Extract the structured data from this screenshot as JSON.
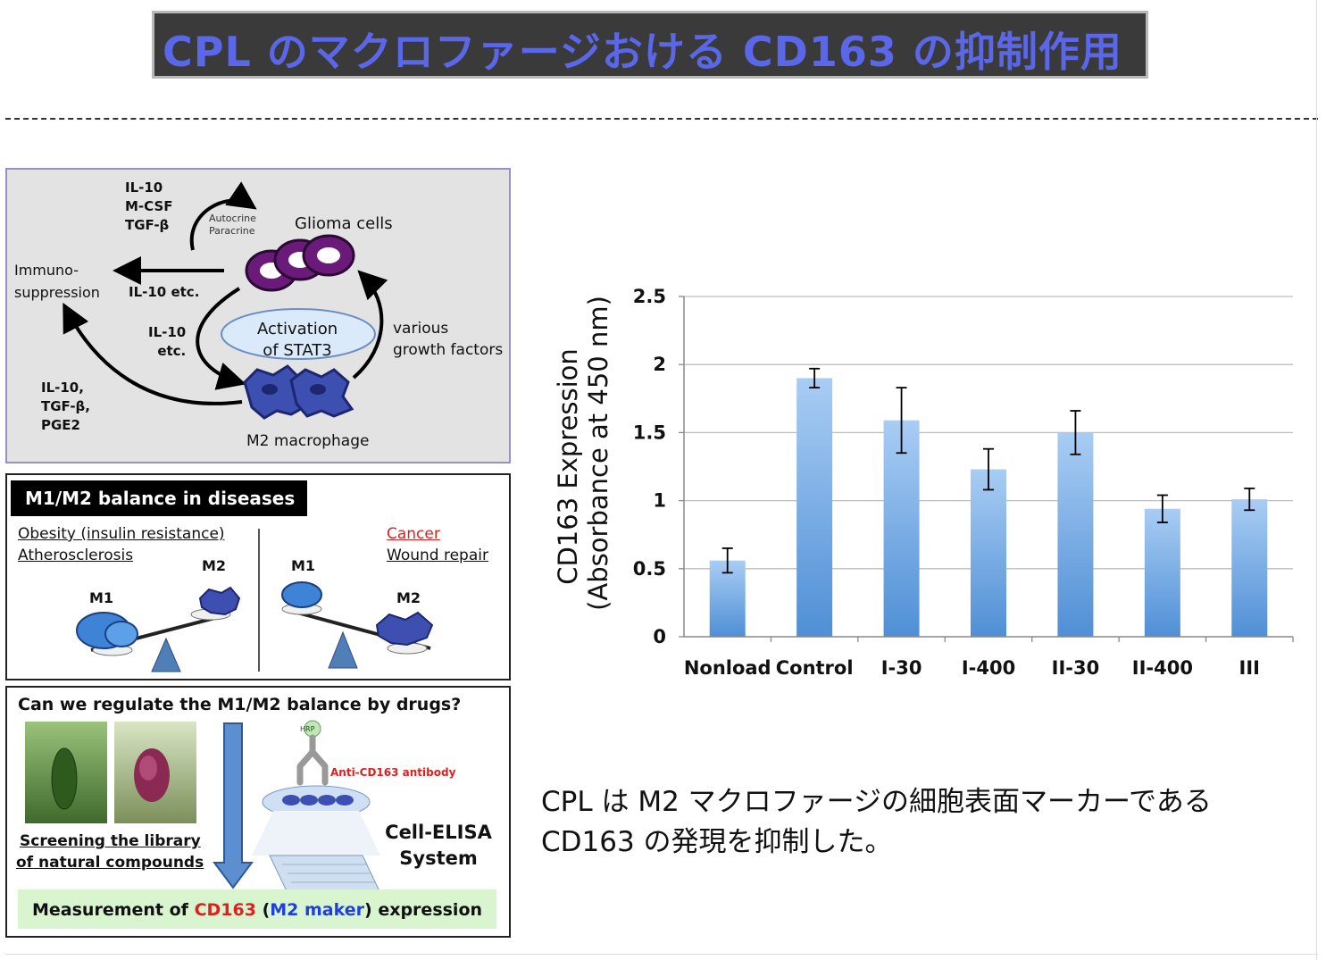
{
  "title": "CPL のマクロファージおける CD163 の抑制作用",
  "glioma": {
    "cytokines_top": [
      "IL-10",
      "M-CSF",
      "TGF-β"
    ],
    "autocrine": "Autocrine",
    "paracrine": "Paracrine",
    "glioma_cells": "Glioma cells",
    "immuno_1": "Immuno-",
    "immuno_2": "suppression",
    "il10_etc": "IL-10 etc.",
    "il10_a": "IL-10",
    "il10_b": "etc.",
    "activation_1": "Activation",
    "activation_2": "of STAT3",
    "various_1": "various",
    "various_2": "growth factors",
    "cytokines_left": [
      "IL-10,",
      "TGF-β,",
      "PGE2"
    ],
    "m2_macrophage": "M2 macrophage"
  },
  "balance": {
    "header": "M1/M2 balance in diseases",
    "left_1": "Obesity (insulin resistance)",
    "left_2": "Atherosclerosis",
    "right_1": "Cancer",
    "right_2": "Wound repair",
    "m1": "M1",
    "m2": "M2"
  },
  "drugs": {
    "question": "Can we regulate the M1/M2 balance by drugs?",
    "screening_1": "Screening the library",
    "screening_2": "of natural compounds",
    "hrp": "HRP",
    "antibody": "Anti-CD163 antibody",
    "elisa_1": "Cell-ELISA",
    "elisa_2": "System",
    "measure_1": "Measurement of ",
    "measure_cd163": "CD163",
    "measure_2": " (",
    "measure_m2": "M2 maker",
    "measure_3": ") expression"
  },
  "caption": {
    "line1": "CPL は M2 マクロファージの細胞表面マーカーである",
    "line2": "CD163 の発現を抑制した。"
  },
  "colors": {
    "title": "#5a67e8",
    "bar_top": "#a9cdf4",
    "bar_bottom": "#4f8fd6",
    "cancer": "#e02020",
    "m2_maker": "#1f3fe0"
  },
  "chart_data": {
    "type": "bar",
    "ylabel_1": "CD163 Expression",
    "ylabel_2": "(Absorbance at 450 nm)",
    "categories": [
      "Nonload",
      "Control",
      "I-30",
      "I-400",
      "II-30",
      "II-400",
      "III"
    ],
    "values": [
      0.56,
      1.9,
      1.59,
      1.23,
      1.5,
      0.94,
      1.01
    ],
    "errors": [
      0.09,
      0.07,
      0.24,
      0.15,
      0.16,
      0.1,
      0.08
    ],
    "ylim": [
      0,
      2.5
    ],
    "yticks": [
      0,
      0.5,
      1,
      1.5,
      2,
      2.5
    ],
    "ytick_labels": [
      "0",
      "0.5",
      "1",
      "1.5",
      "2",
      "2.5"
    ],
    "grid": true
  }
}
